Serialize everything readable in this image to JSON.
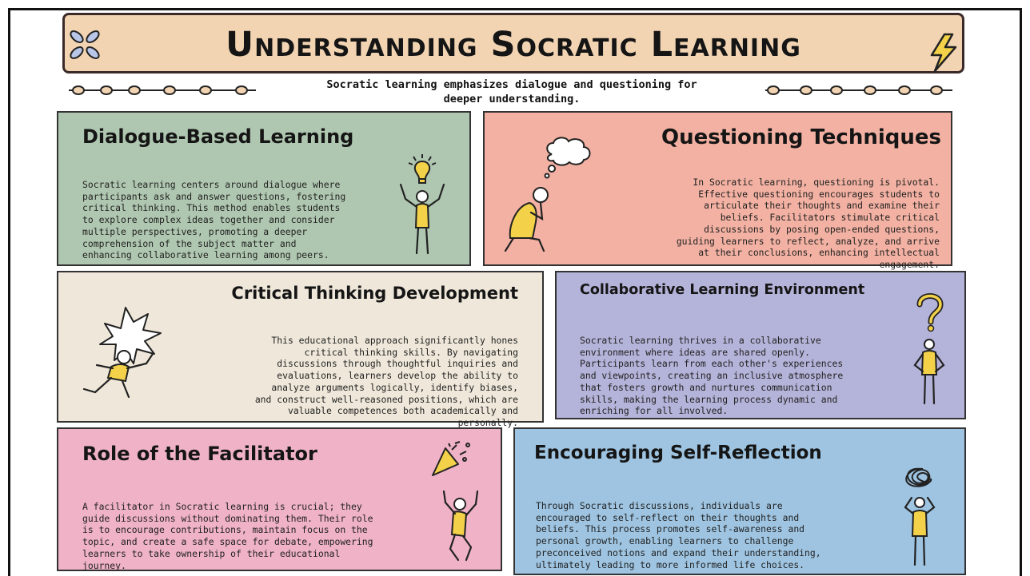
{
  "title": "Understanding Socratic Learning",
  "subtitle": "Socratic learning emphasizes dialogue and questioning for\ndeeper understanding.",
  "colors": {
    "title_bg": "#f2d4b2",
    "green": "#afc7b0",
    "salmon": "#f2b1a2",
    "cream": "#efe8da",
    "lavender": "#b4b3d9",
    "pink": "#efb2c7",
    "blue": "#9ec4e1",
    "figure_yellow": "#f3d24a"
  },
  "sections": {
    "dialogue": {
      "title": "Dialogue-Based Learning",
      "text": "Socratic learning centers around dialogue where\nparticipants ask and answer questions, fostering\ncritical thinking. This method enables students\nto explore complex ideas together and consider\nmultiple perspectives, promoting a deeper\ncomprehension of the subject matter and\nenhancing collaborative learning among peers."
    },
    "questioning": {
      "title": "Questioning Techniques",
      "text": "In Socratic learning, questioning is pivotal.\nEffective questioning encourages students to\narticulate their thoughts and examine their\nbeliefs. Facilitators stimulate critical\ndiscussions by posing open-ended questions,\nguiding learners to reflect, analyze, and arrive\nat their conclusions, enhancing intellectual\nengagement."
    },
    "critical": {
      "title": "Critical Thinking Development",
      "text": "This educational approach significantly hones\ncritical thinking skills. By navigating\ndiscussions through thoughtful inquiries and\nevaluations, learners develop the ability to\nanalyze arguments logically, identify biases,\nand construct well-reasoned positions, which are\nvaluable competences both academically and\npersonally."
    },
    "collaborative": {
      "title": "Collaborative Learning Environment",
      "text": "Socratic learning thrives in a collaborative\nenvironment where ideas are shared openly.\nParticipants learn from each other's experiences\nand viewpoints, creating an inclusive atmosphere\nthat fosters growth and nurtures communication\nskills, making the learning process dynamic and\nenriching for all involved."
    },
    "facilitator": {
      "title": "Role of the Facilitator",
      "text": "A facilitator in Socratic learning is crucial; they\nguide discussions without dominating them. Their role\nis to encourage contributions, maintain focus on the\ntopic, and create a safe space for debate, empowering\nlearners to take ownership of their educational\njourney."
    },
    "reflection": {
      "title": "Encouraging Self-Reflection",
      "text": "Through Socratic discussions, individuals are\nencouraged to self-reflect on their thoughts and\nbeliefs. This process promotes self-awareness and\npersonal growth, enabling learners to challenge\npreconceived notions and expand their understanding,\nultimately leading to more informed life choices."
    }
  },
  "icons": [
    "petal-icon",
    "lightning-icon",
    "lightbulb-figure-icon",
    "thought-cloud-icon",
    "thinking-figure-icon",
    "burst-figure-icon",
    "question-figure-icon",
    "party-popper-icon",
    "jumping-figure-icon",
    "scribble-figure-icon"
  ]
}
